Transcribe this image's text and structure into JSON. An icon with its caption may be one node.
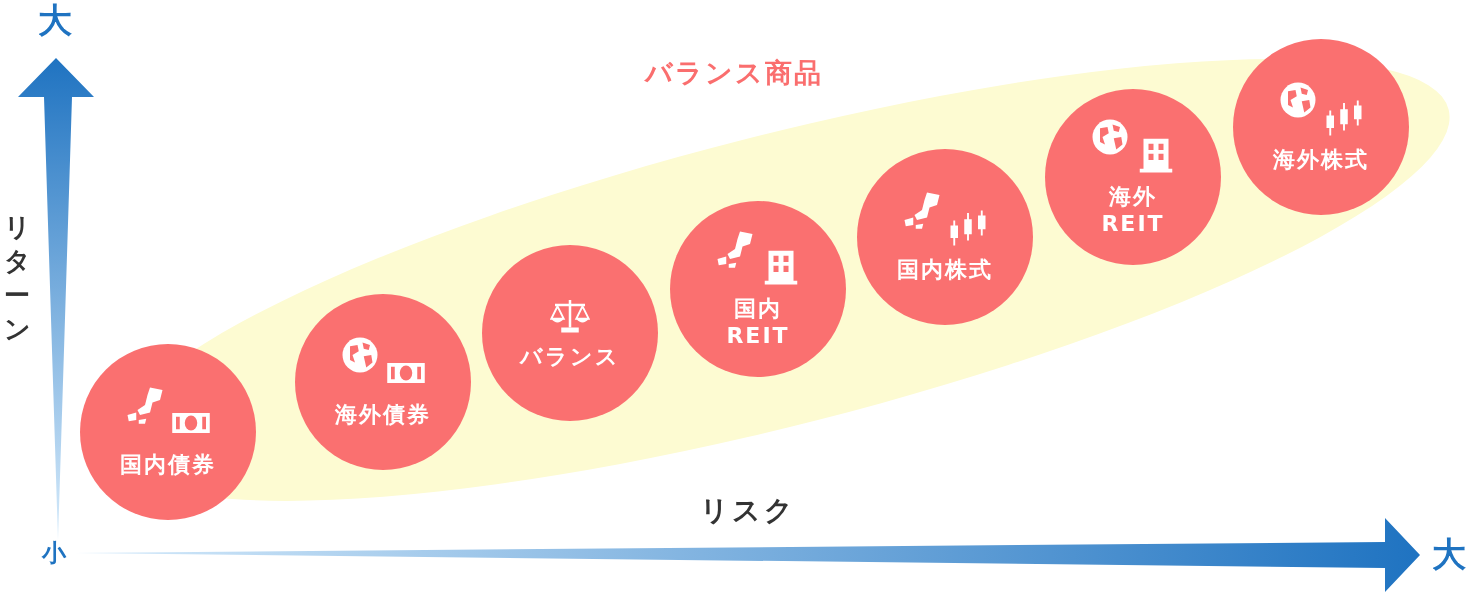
{
  "diagram": {
    "nodes": [
      {
        "text": [
          "バランス商品"
        ]
      },
      {
        "text": [
          "国内債券"
        ]
      },
      {
        "text": [
          "海外債券"
        ],
        "in": 0
      },
      {
        "text": [
          "バランス"
        ],
        "in": 0
      },
      {
        "text": [
          "国内REIT"
        ],
        "in": 0
      },
      {
        "text": [
          "国内株式"
        ],
        "in": 0
      },
      {
        "text": [
          "海外REIT"
        ],
        "in": 0
      },
      {
        "text": [
          "海外株式"
        ]
      }
    ],
    "labels": [
      "大",
      "リターン",
      "小",
      "リスク",
      "大"
    ]
  }
}
